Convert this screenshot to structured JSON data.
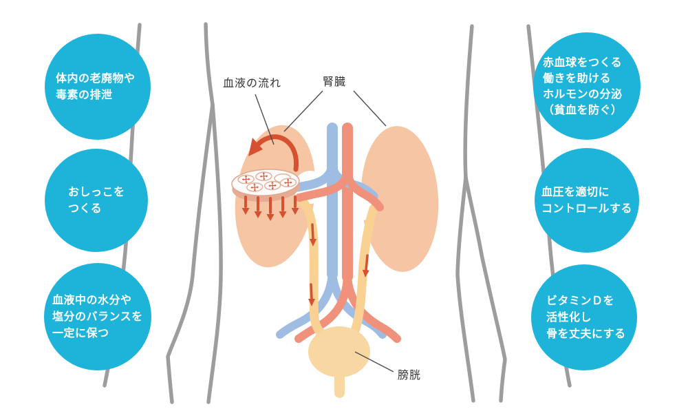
{
  "diagram": {
    "subject": "kidney-function-illustration",
    "labels": {
      "blood_flow": "血液の流れ",
      "kidney": "腎臓",
      "bladder": "膀胱"
    }
  },
  "functions": {
    "left": [
      {
        "lines": [
          "体内の老廃物や",
          "毒素の排泄"
        ]
      },
      {
        "lines": [
          "おしっこを",
          "つくる"
        ]
      },
      {
        "lines": [
          "血液中の水分や",
          "塩分のバランスを",
          "一定に保つ"
        ]
      }
    ],
    "right": [
      {
        "lines": [
          "赤血球をつくる",
          "働きを助ける",
          "ホルモンの分泌",
          "（貧血を防ぐ）"
        ]
      },
      {
        "lines": [
          "血圧を適切に",
          "コントロールする"
        ]
      },
      {
        "lines": [
          "ビタミンＤを",
          "活性化し",
          "骨を丈夫にする"
        ]
      }
    ]
  },
  "colors": {
    "accent_blue": "#1eb4d9",
    "kidney_peach": "#f6c6a4",
    "vein_blue": "#9fbde2",
    "artery_red": "#f0917c",
    "ureter_yellow": "#f8d193",
    "bladder_yellow": "#f8d7a3",
    "flow_arrow_red": "#d5512f",
    "body_outline_gray": "#9d9d9d"
  }
}
